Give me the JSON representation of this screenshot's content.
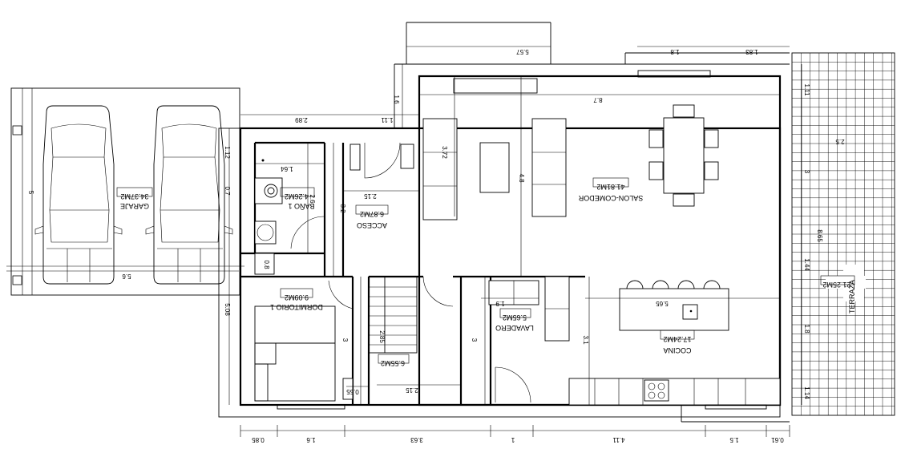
{
  "rooms": {
    "garaje": {
      "name": "GARAJE",
      "area": "34.37M2"
    },
    "bano": {
      "name": "BAÑO 1",
      "area": "4.26M2"
    },
    "acceso": {
      "name": "ACCESO",
      "area": "6.87M2"
    },
    "salon": {
      "name": "SALON-COMEDOR",
      "area": "41.81M2"
    },
    "dormitorio": {
      "name": "DORMITORIO 1",
      "area": "9.09M2"
    },
    "escalera": {
      "name": "",
      "area": "6.55M2"
    },
    "lavadero": {
      "name": "LAVADERO",
      "area": "5.65M2"
    },
    "cocina": {
      "name": "COCINA",
      "area": "17.24M2"
    },
    "terraza": {
      "name": "TERRAZA",
      "area": "21.25M2"
    }
  },
  "dimensions": {
    "top_557": "5.57",
    "top_18": "1.8",
    "top_183": "1.83",
    "top_87": "8.7",
    "v_16": "1.6",
    "h_111": "1.11",
    "h_289": "2.89",
    "h_164": "1.64",
    "v_112": "1.12",
    "v_07": "0.7",
    "v_26": "2.6",
    "h_215a": "2.15",
    "v_32": "3.2",
    "v_372": "3.72",
    "v_48": "4.8",
    "v_5": "5",
    "h_56": "5.6",
    "v_08": "0.8",
    "v_508": "5.08",
    "v_3a": "3",
    "v_285": "2.85",
    "h_215b": "2.15",
    "h_055": "0.55",
    "v_3b": "3",
    "h_19": "1.9",
    "v_31": "3.1",
    "h_565": "5.65",
    "bot_085": "0.85",
    "bot_16": "1.6",
    "bot_363": "3.63",
    "bot_1": "1",
    "bot_411": "4.11",
    "bot_15": "1.5",
    "bot_061": "0.61",
    "t_111": "1.11",
    "t_25": "2.5",
    "t_3": "3",
    "t_865": "8.65",
    "t_144": "1.44",
    "t_18": "1.8",
    "t_114": "1.14"
  }
}
